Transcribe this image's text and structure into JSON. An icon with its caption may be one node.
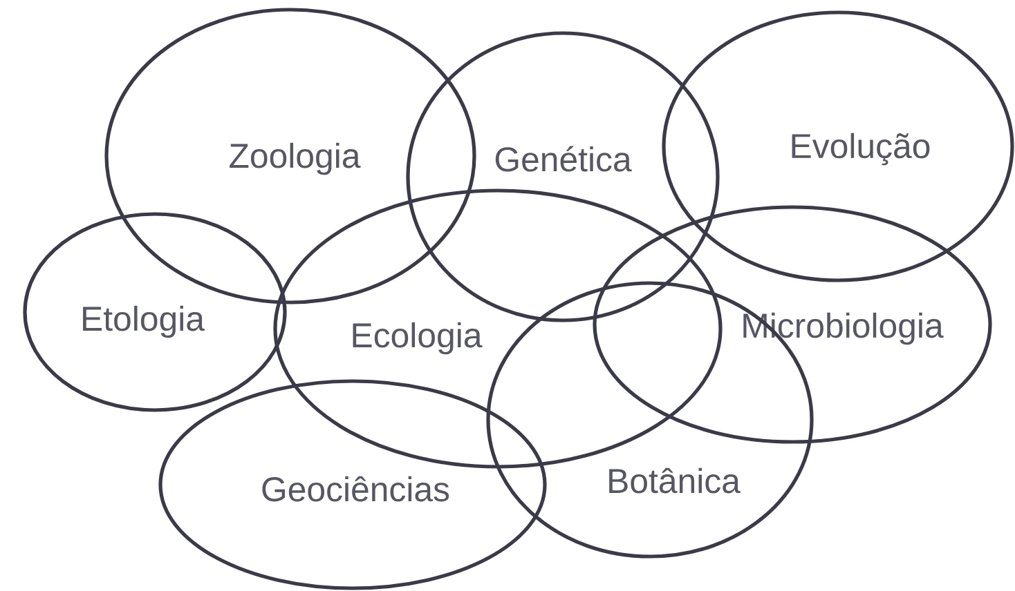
{
  "diagram": {
    "nodes": [
      {
        "text": [
          "Zoologia"
        ]
      },
      {
        "text": [
          "Genética"
        ]
      },
      {
        "text": [
          "Evolução"
        ]
      },
      {
        "text": [
          "Etologia"
        ]
      },
      {
        "text": [
          "Ecologia"
        ]
      },
      {
        "text": [
          "Microbiologia"
        ]
      },
      {
        "text": [
          "Geociências"
        ]
      },
      {
        "text": [
          "Botânica"
        ]
      }
    ]
  }
}
